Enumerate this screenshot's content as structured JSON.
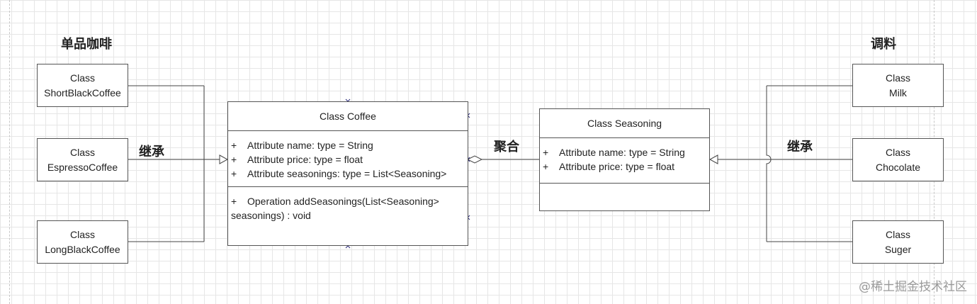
{
  "groups": {
    "left_title": "单品咖啡",
    "right_title": "调料"
  },
  "relations": {
    "inherit_left": "继承",
    "inherit_right": "继承",
    "aggregation": "聚合"
  },
  "coffee_subclasses": [
    {
      "stereotype": "Class",
      "name": "ShortBlackCoffee"
    },
    {
      "stereotype": "Class",
      "name": "EspressoCoffee"
    },
    {
      "stereotype": "Class",
      "name": "LongBlackCoffee"
    }
  ],
  "seasoning_subclasses": [
    {
      "stereotype": "Class",
      "name": "Milk"
    },
    {
      "stereotype": "Class",
      "name": "Chocolate"
    },
    {
      "stereotype": "Class",
      "name": "Suger"
    }
  ],
  "coffee_class": {
    "title": "Class Coffee",
    "attributes": [
      {
        "visibility": "+",
        "text": "Attribute name: type = String"
      },
      {
        "visibility": "+",
        "text": "Attribute price: type = float"
      },
      {
        "visibility": "+",
        "text": "Attribute seasonings: type = List<Seasoning>"
      }
    ],
    "operation": {
      "visibility": "+",
      "line1": "Operation addSeasonings(List<Seasoning>",
      "line2": "seasonings) : void"
    }
  },
  "seasoning_class": {
    "title": "Class Seasoning",
    "attributes": [
      {
        "visibility": "+",
        "text": "Attribute name: type = String"
      },
      {
        "visibility": "+",
        "text": "Attribute price: type = float"
      }
    ]
  },
  "watermark": "@稀土掘金技术社区"
}
